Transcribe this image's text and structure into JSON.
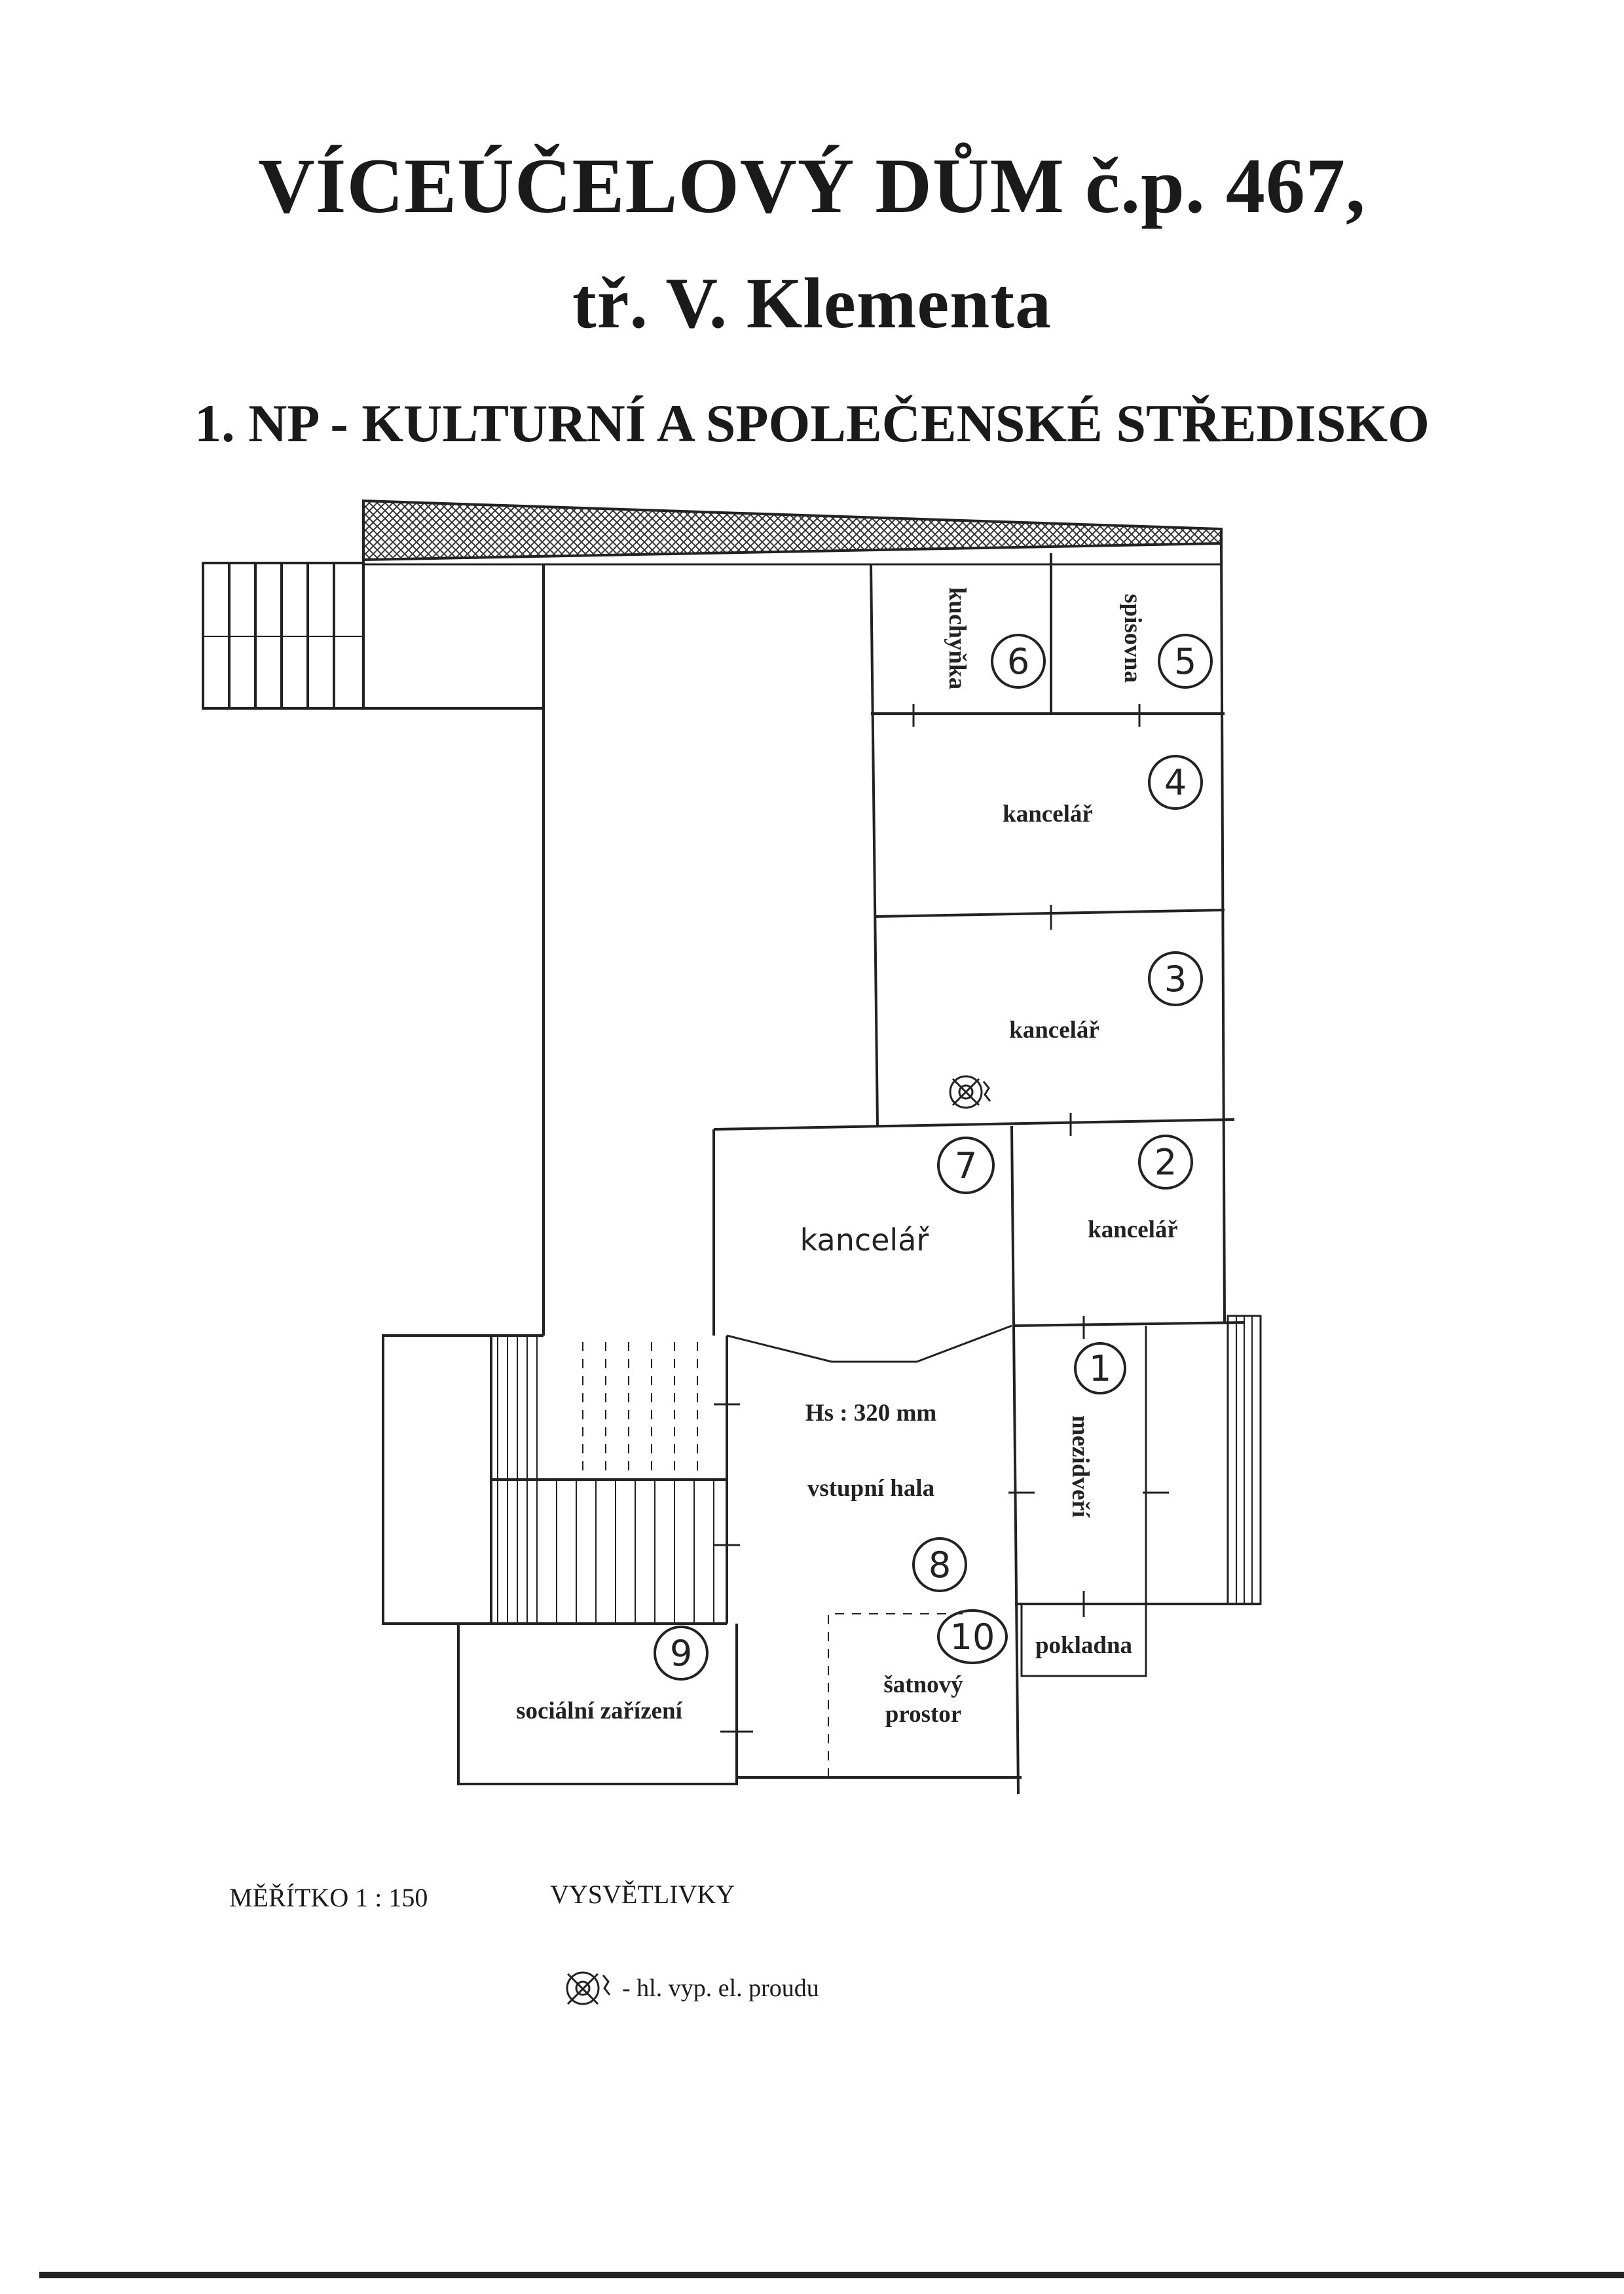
{
  "title": {
    "line1": "VÍCEÚČELOVÝ DŮM č.p. 467,",
    "line2": "tř. V. Klementa",
    "line3": "1. NP - KULTURNÍ A SPOLEČENSKÉ STŘEDISKO"
  },
  "rooms": {
    "r1": {
      "num": "1",
      "name": "mezidveří"
    },
    "r2": {
      "num": "2",
      "name": "kancelář"
    },
    "r3": {
      "num": "3",
      "name": "kancelář"
    },
    "r4": {
      "num": "4",
      "name": "kancelář"
    },
    "r5": {
      "num": "5",
      "name": "spisovna"
    },
    "r6": {
      "num": "6",
      "name": "kuchyňka"
    },
    "r7": {
      "num": "7",
      "name": "kancelář"
    },
    "r8": {
      "num": "8",
      "name": "vstupní hala",
      "height": "Hs : 320 mm"
    },
    "r9": {
      "num": "9",
      "name": "sociální zařízení"
    },
    "r10": {
      "num": "10",
      "name_line1": "šatnový",
      "name_line2": "prostor"
    },
    "pokladna": {
      "name": "pokladna"
    }
  },
  "footer": {
    "scale": "MĚŘÍTKO 1 : 150",
    "legend_title": "VYSVĚTLIVKY",
    "legend_item": "- hl. vyp. el. proudu"
  },
  "icons": {
    "main_switch": "main-power-switch-icon"
  }
}
